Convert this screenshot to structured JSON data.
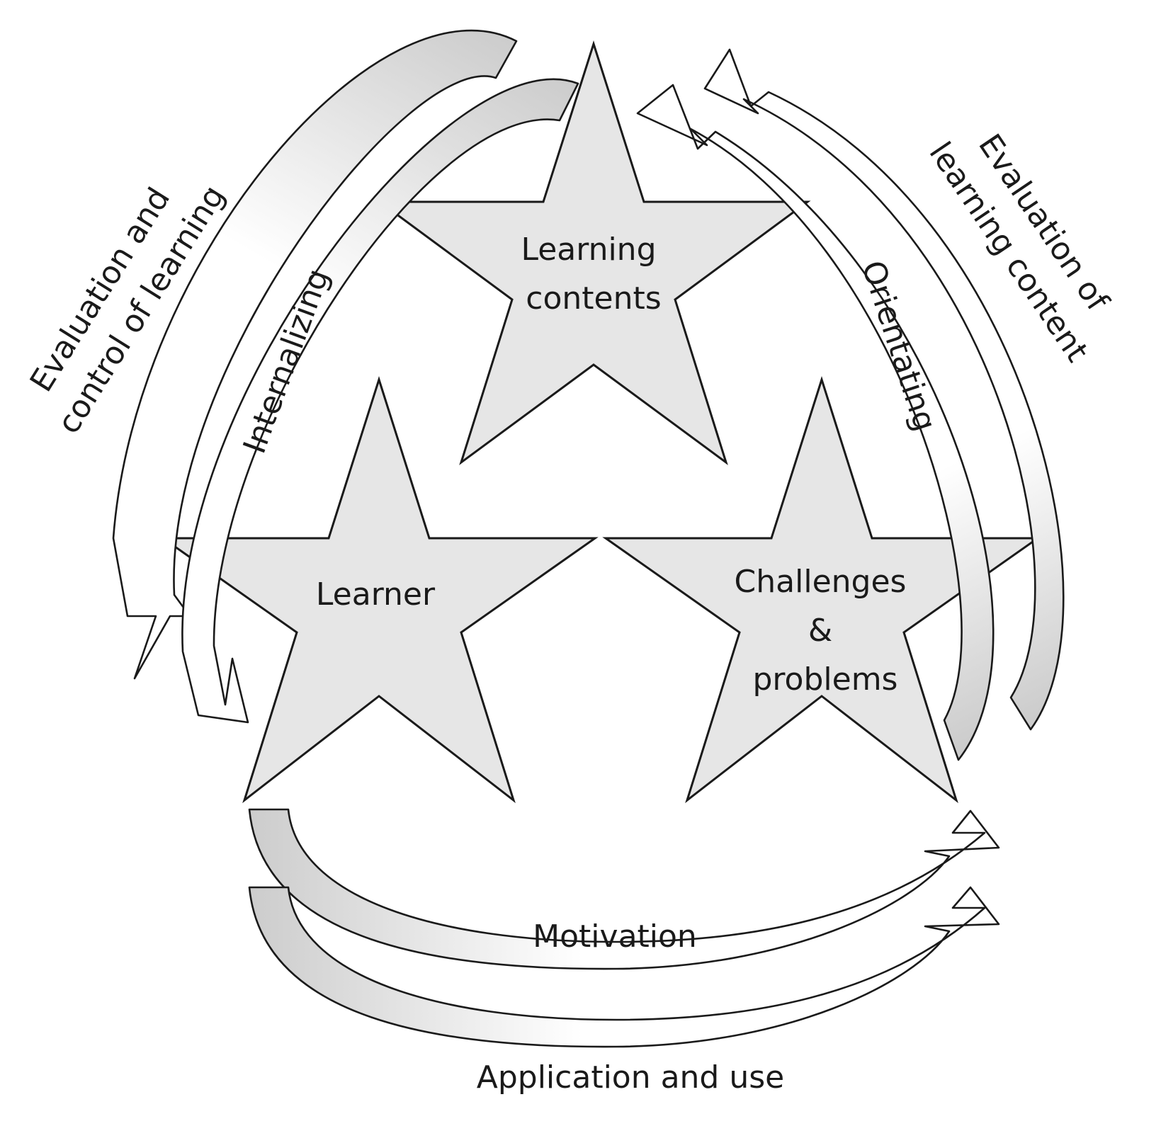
{
  "diagram": {
    "nodes": {
      "learning_contents": [
        "Learning",
        "contents"
      ],
      "learner": [
        "Learner"
      ],
      "challenges": [
        "Challenges",
        "&",
        "problems"
      ]
    },
    "arrows": {
      "evaluation_control": [
        "Evaluation and",
        "control of learning"
      ],
      "internalizing": "Internalizing",
      "orientating": "Orientating",
      "evaluation_content": [
        "Evaluation of",
        "learning content"
      ],
      "motivation": "Motivation",
      "application": "Application and use"
    },
    "colors": {
      "star_fill": "#e6e6e6",
      "band_tail_fill": "#cccccc",
      "band_head_fill": "#ffffff",
      "stroke": "#1a1a1a"
    }
  }
}
